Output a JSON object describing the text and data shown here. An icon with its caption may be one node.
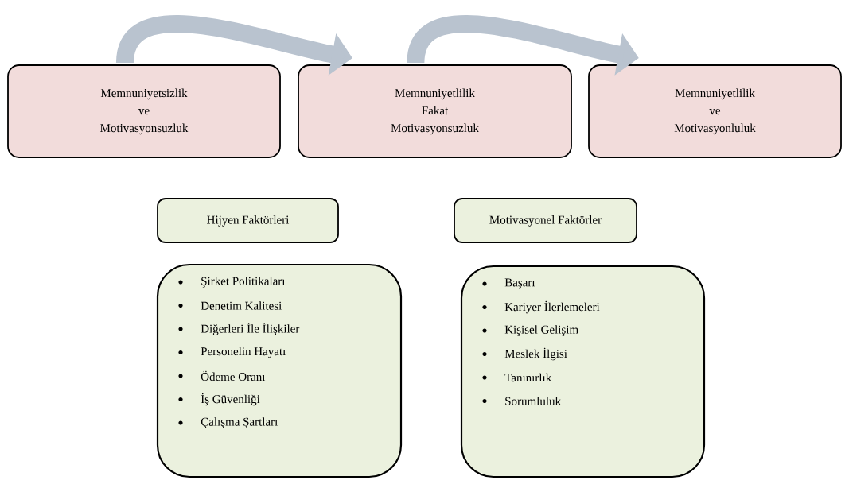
{
  "diagram": {
    "nodes": [
      {
        "text": [
          "Memnuniyetsizlik",
          "ve",
          "Motivasyonsuzluk"
        ]
      },
      {
        "text": [
          "Memnuniyetlilik",
          "Fakat",
          "Motivasyonsuzluk"
        ]
      },
      {
        "text": [
          "Memnuniyetlilik",
          "ve",
          "Motivasyonluluk"
        ]
      },
      {
        "text": [
          "Hijyen Faktörleri"
        ]
      },
      {
        "text": [
          "Motivasyonel Faktörler"
        ]
      },
      {
        "text": [
          "Şirket Politikaları",
          "Denetim Kalitesi",
          "Diğerleri İle İlişkiler",
          "Personelin Hayatı",
          "Ödeme Oranı",
          "İş Güvenliği",
          "Çalışma Şartları"
        ]
      },
      {
        "text": [
          "Başarı",
          "Kariyer İlerlemeleri",
          "Kişisel Gelişim",
          "Meslek İlgisi",
          "Tanınırlık",
          "Sorumluluk"
        ]
      }
    ],
    "edges": [
      {
        "from": 0,
        "to": 1,
        "arrow": "to"
      },
      {
        "from": 1,
        "to": 2,
        "arrow": "to"
      }
    ]
  }
}
